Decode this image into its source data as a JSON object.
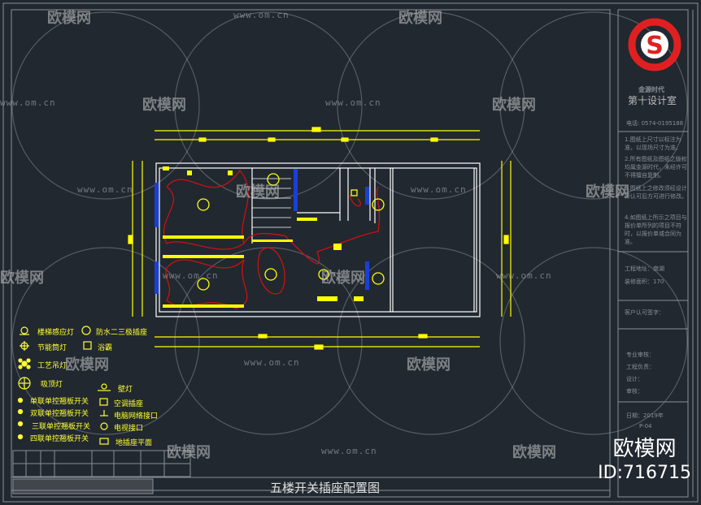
{
  "drawing_title": "五楼开关插座配置图",
  "watermark": {
    "brand": "欧模网",
    "url": "www.om.cn",
    "id": "ID:716715"
  },
  "legend": [
    {
      "icon": "stair-sensor-light",
      "label": "楼梯感应灯"
    },
    {
      "icon": "energy-saving-downlight",
      "label": "节能筒灯"
    },
    {
      "icon": "chandelier",
      "label": "工艺吊灯"
    },
    {
      "icon": "ceiling-light",
      "label": "吸顶灯"
    },
    {
      "icon": "single-switch",
      "label": "单联单控翘板开关"
    },
    {
      "icon": "double-switch",
      "label": "双联单控翘板开关"
    },
    {
      "icon": "triple-switch",
      "label": "三联单控翘板开关"
    },
    {
      "icon": "quad-switch",
      "label": "四联单控翘板开关"
    },
    {
      "icon": "waterproof-socket",
      "label": "防水二三极插座"
    },
    {
      "icon": "exhaust-fan",
      "label": "浴霸"
    },
    {
      "icon": "wall-light",
      "label": "壁灯"
    },
    {
      "icon": "ac-socket",
      "label": "空调插座"
    },
    {
      "icon": "network-port",
      "label": "电脑网络接口"
    },
    {
      "icon": "tv-port",
      "label": "电视接口"
    },
    {
      "icon": "floor-socket",
      "label": "地插座平面"
    }
  ],
  "title_block": {
    "company": "金源时代",
    "studio": "第十设计室",
    "phone": "电话: 0574-0195188",
    "notes": [
      "1.图纸上尺寸以标注为准，以现场尺寸为准。",
      "2.所有图纸及图纸之版权均属金源时代，未经许可不得擅自复制。",
      "3.图纸上之修改须经设计师认可后方可进行修改。",
      "4.如图纸上所示之项目与报价单所列的项目不符时，以报价单或合同为准。"
    ],
    "project": "工程地址：南湖",
    "area": "装修面积：170",
    "client_sign": "客户认可签字：",
    "fields": [
      "专业审核：",
      "工程负责：",
      "设计：",
      "审核："
    ],
    "date": "日期：2019年",
    "sheet": "P-04"
  },
  "colors": {
    "background": "#212830",
    "walls": "#ffffff",
    "dims": "#ffff00",
    "wires": "#cc1111",
    "windows": "#1a3fd8",
    "logo": "#e02020"
  }
}
